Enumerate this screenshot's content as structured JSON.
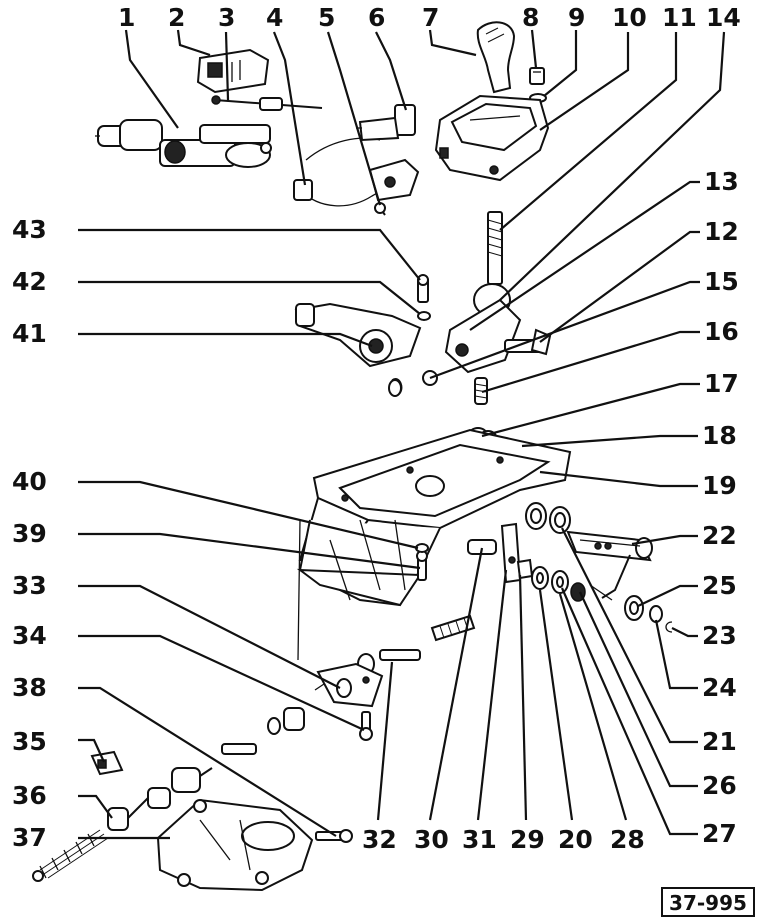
{
  "figure_ref": "37-995",
  "callouts": [
    "1",
    "2",
    "3",
    "4",
    "5",
    "6",
    "7",
    "8",
    "9",
    "10",
    "11",
    "14",
    "13",
    "12",
    "15",
    "16",
    "17",
    "18",
    "19",
    "22",
    "25",
    "23",
    "24",
    "21",
    "26",
    "27",
    "43",
    "42",
    "41",
    "40",
    "39",
    "33",
    "34",
    "38",
    "35",
    "36",
    "37",
    "32",
    "30",
    "31",
    "29",
    "20",
    "28"
  ]
}
